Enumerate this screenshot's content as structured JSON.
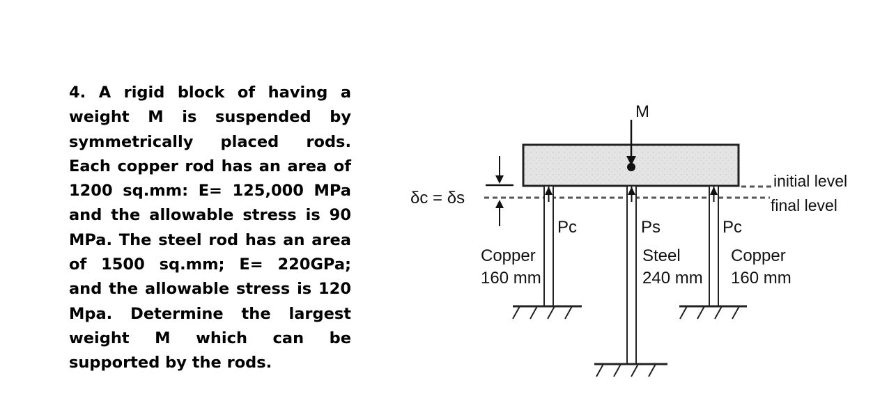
{
  "problem": {
    "text": "4. A rigid block of having a weight M is suspended by symmetrically placed rods. Each copper rod has an area of 1200 sq.mm: E= 125,000 MPa and the allowable stress is 90 MPa. The steel rod has an area of 1500 sq.mm; E= 220GPa; and the allowable stress is 120 Mpa. Determine the largest weight M which can be supported by the rods."
  },
  "diagram": {
    "load_label": "M",
    "delta_label": "δc = δs",
    "initial_level": "initial level",
    "final_level": "final level",
    "left_force": "Pc",
    "center_force": "Ps",
    "right_force": "Pc",
    "left_material": "Copper",
    "left_length": "160 mm",
    "center_material": "Steel",
    "center_length": "240 mm",
    "right_material": "Copper",
    "right_length": "160 mm"
  }
}
